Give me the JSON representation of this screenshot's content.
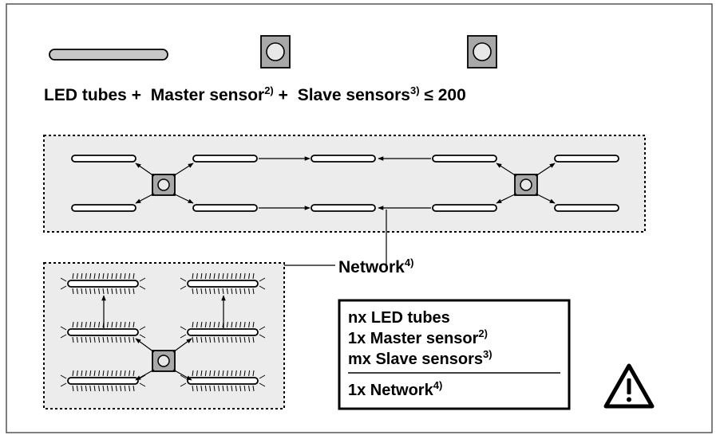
{
  "legend": {
    "led": "LED tubes",
    "plus1": "+",
    "master": "Master sensor",
    "master_note": "2)",
    "plus2": "+",
    "slave": "Slave sensors",
    "slave_note": "3)",
    "limit": "≤ 200"
  },
  "network_label": {
    "text": "Network",
    "note": "4)"
  },
  "summary": {
    "line1": "nx LED tubes",
    "line2": "1x Master sensor",
    "line2_note": "2)",
    "line3": "mx Slave sensors",
    "line3_note": "3)",
    "line4": "1x Network",
    "line4_note": "4)"
  },
  "icons": {
    "warning": "warning-triangle-icon",
    "sensor": "sensor-icon",
    "led_tube": "led-tube-icon"
  }
}
